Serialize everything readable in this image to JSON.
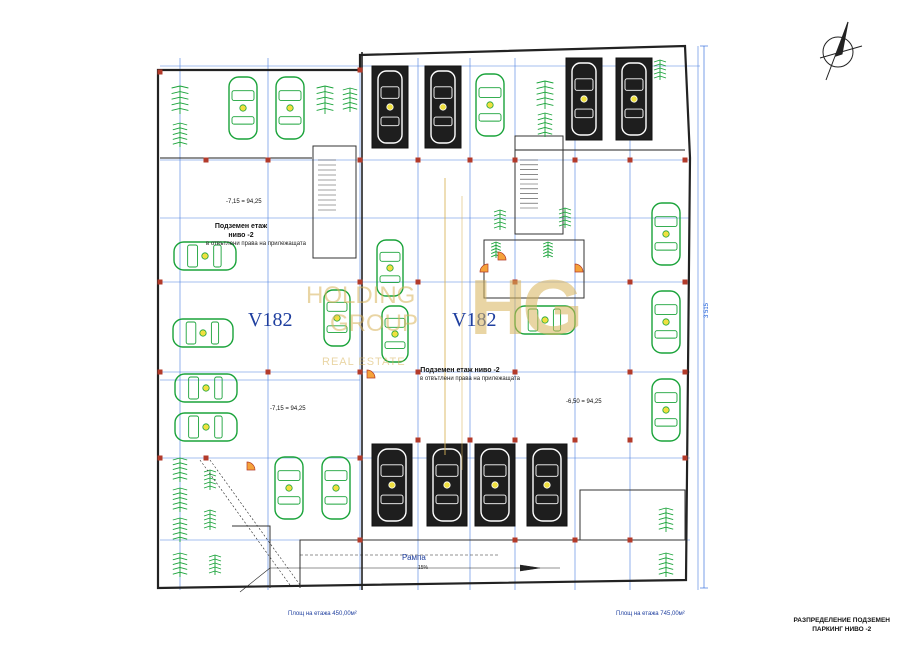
{
  "sections": [
    {
      "id": "left",
      "label": "V182",
      "note_title": "Подземен етаж ниво -2",
      "note_sub": "в отвътлени права на прилежащата"
    },
    {
      "id": "right",
      "label": "V182",
      "note_title": "Подземен етаж ниво -2",
      "note_sub": "в отвътлени права на прилежащата"
    }
  ],
  "levels": [
    "-7,15 = 94,25",
    "-7,15 = 94,25",
    "-6,50 = 94,25"
  ],
  "ramp": {
    "label": "Рампа",
    "slope": "15%"
  },
  "areas": {
    "left": "Площ на етажа 450,00м²",
    "right": "Площ на етажа 745,00м²"
  },
  "sheet_title": {
    "line1": "РАЗПРЕДЕЛЕНИЕ ПОДЗЕМЕН",
    "line2": "ПАРКИНГ НИВО -2"
  },
  "watermark": {
    "monogram": "HG",
    "line1": "HOLDING",
    "line2": "GROUP",
    "line3": "REAL ESTATE"
  },
  "dimensions": {
    "right_height": "3 515"
  },
  "colors": {
    "walls": "#222222",
    "grid": "#1f5fd8",
    "cars": "#1aa33a",
    "trees": "#1aa33a",
    "columns": "#b33a2a",
    "watermark": "#d8b45a"
  }
}
